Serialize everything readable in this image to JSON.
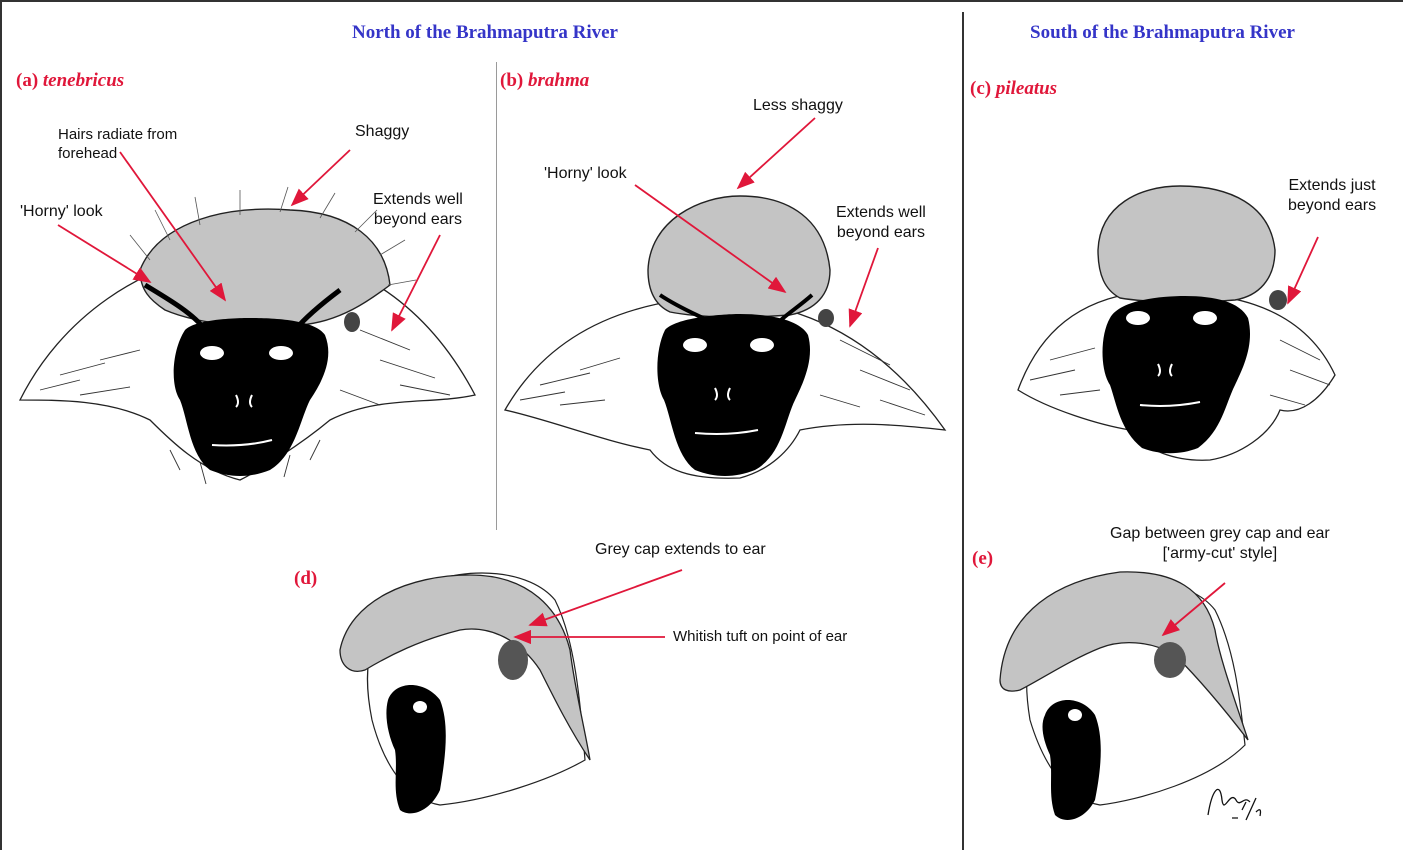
{
  "regions": {
    "north_title": "North of the Brahmaputra River",
    "south_title": "South of the Brahmaputra River"
  },
  "panels": {
    "a": {
      "letter": "(a)",
      "taxon": "tenebricus"
    },
    "b": {
      "letter": "(b)",
      "taxon": "brahma"
    },
    "c": {
      "letter": "(c)",
      "taxon": "pileatus"
    },
    "d": {
      "letter": "(d)"
    },
    "e": {
      "letter": "(e)"
    }
  },
  "annotations": {
    "a_hairs_line1": "Hairs radiate from",
    "a_hairs_line2": "forehead",
    "a_shaggy": "Shaggy",
    "a_horny": "'Horny' look",
    "a_extends_line1": "Extends well",
    "a_extends_line2": "beyond ears",
    "b_less_shaggy": "Less shaggy",
    "b_horny": "'Horny' look",
    "b_extends_line1": "Extends well",
    "b_extends_line2": "beyond ears",
    "c_extends_line1": "Extends just",
    "c_extends_line2": "beyond ears",
    "d_grey_cap": "Grey cap extends to ear",
    "d_tuft": "Whitish tuft on point of ear",
    "e_gap_line1": "Gap between grey cap and ear",
    "e_gap_line2": "['army-cut' style]"
  },
  "signature": "Am 1-7/14",
  "colors": {
    "region_title": "#3535c8",
    "panel_label": "#e0173a",
    "arrow": "#e0173a",
    "cap_grey": "#c4c4c4",
    "face_black": "#000000"
  }
}
